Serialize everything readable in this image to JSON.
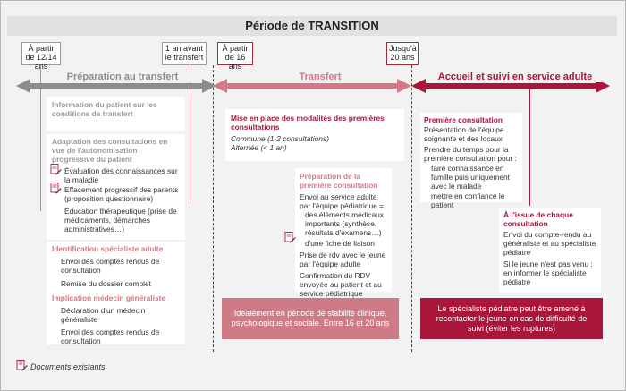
{
  "title": "Période de TRANSITION",
  "milestones": {
    "m1": "À partir de 12/14 ans",
    "m2": "1 an avant le transfert",
    "m3": "À partir de 16 ans",
    "m4": "Jusqu'à 20 ans"
  },
  "phases": {
    "prep": "Préparation au transfert",
    "transfert": "Transfert",
    "adulte": "Accueil et suivi en service adulte"
  },
  "colors": {
    "gray": "#8c8c8c",
    "rose": "#d47a85",
    "crimson": "#a8163a",
    "note_rose": "#cf7b85"
  },
  "prep": {
    "info": "Information du patient sur les conditions de transfert",
    "adapt_title": "Adaptation des consultations en vue de l'autonomisation progressive du patient",
    "adapt_items": [
      "Évaluation des connaissances sur la maladie",
      "Effacement progressif des parents (proposition questionnaire)",
      "Éducation thérapeutique (prise de médicaments, démarches administratives…)"
    ],
    "ident_title": "Identification spécialiste adulte",
    "ident_items": [
      "Envoi des comptes rendus de consultation",
      "Remise du dossier complet"
    ],
    "impl_title": "Implication médecin généraliste",
    "impl_items": [
      "Déclaration d'un médecin généraliste",
      "Envoi des comptes rendus de consultation"
    ]
  },
  "transfer": {
    "modal_title": "Mise en place des modalités des premières consultations",
    "modal_items": [
      "Commune (1-2 consultations)",
      "Alternée (< 1 an)"
    ],
    "prep_title": "Préparation de la première consultation",
    "send": "Envoi au service adulte par l'équipe pédiatrique =",
    "send_sub": [
      "des éléments médicaux importants (synthèse, résultats d'examens…)",
      "d'une fiche de liaison"
    ],
    "rdv": "Prise de rdv avec le jeune par l'équipe adulte",
    "confirm": "Confirmation du RDV envoyée au patient et au service pédiatrique"
  },
  "adult": {
    "first_title": "Première consultation",
    "first_items": [
      "Présentation de l'équipe soignante et des locaux",
      "Prendre du temps pour la première consultation pour :"
    ],
    "first_sub": [
      "faire connaissance en famille puis uniquement avec le malade",
      "mettre en confiance le patient"
    ],
    "issue_title": "À l'issue de chaque consultation",
    "issue_items": [
      "Envoi du compte-rendu au généraliste et au spécialiste pédiatre",
      "Si le jeune n'est pas venu : en informer le spécialiste pédiatre"
    ]
  },
  "notes": {
    "transfer": "Idéalement en période de stabilité clinique, psychologique et sociale. Entre 16 et 20 ans",
    "adult": "Le spécialiste pédiatre peut être amené à recontacter le jeune en cas de difficulté de suivi (éviter les ruptures)"
  },
  "legend": "Documents existants"
}
